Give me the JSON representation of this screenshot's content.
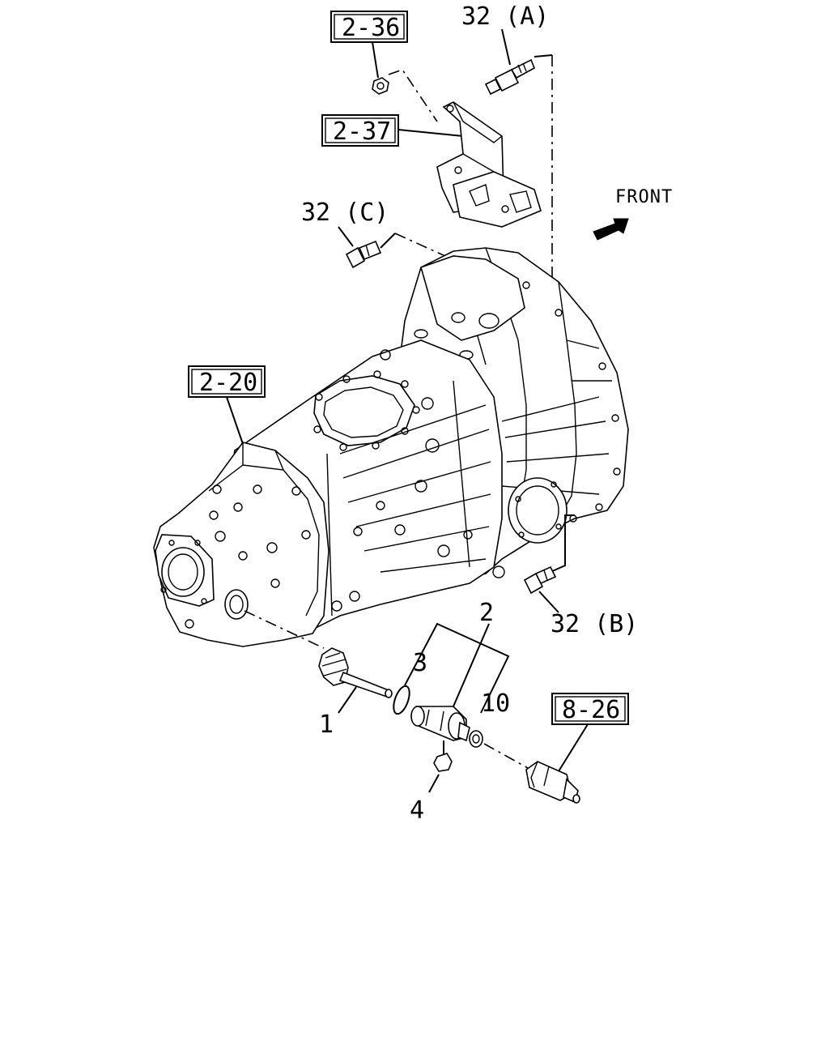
{
  "direction": {
    "label": "FRONT"
  },
  "references": {
    "r2_36": "2-36",
    "r2_37": "2-37",
    "r2_20": "2-20",
    "r8_26": "8-26"
  },
  "callouts": {
    "c32a": "32 (A)",
    "c32b": "32 (B)",
    "c32c": "32 (C)",
    "c1": "1",
    "c2": "2",
    "c3": "3",
    "c4": "4",
    "c10": "10"
  }
}
